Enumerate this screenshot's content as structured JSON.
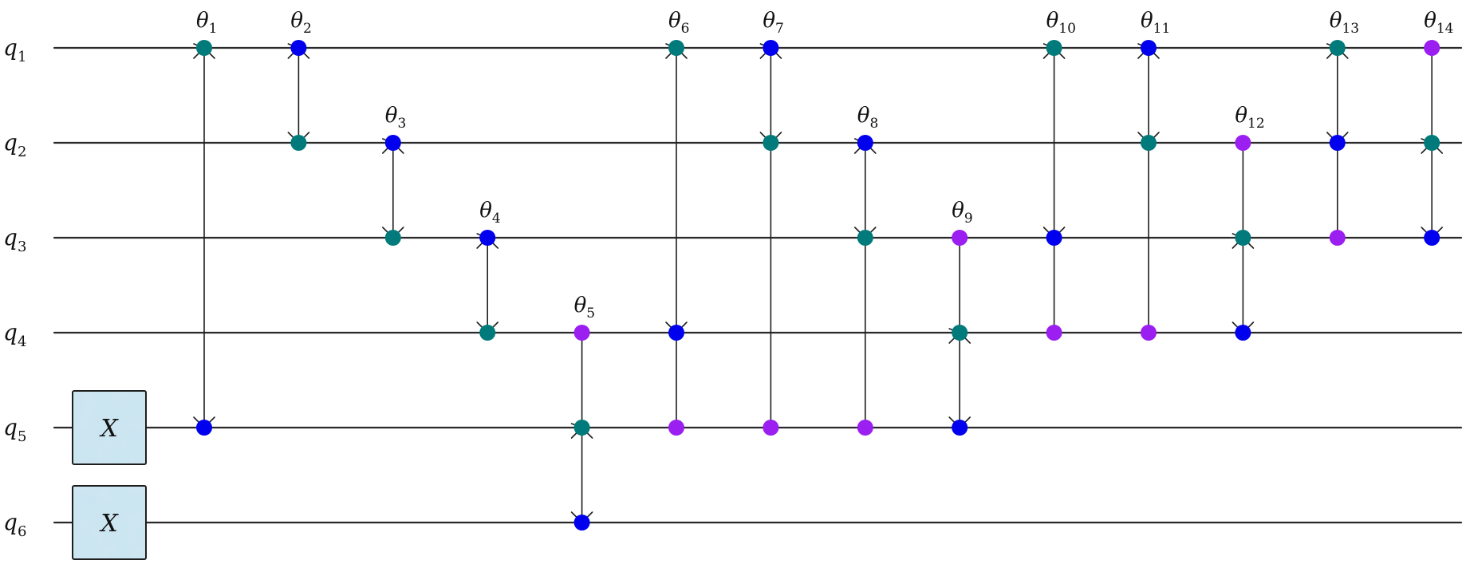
{
  "colors": {
    "teal": "#007a7a",
    "blue": "#0000ee",
    "purple": "#9a1ff0",
    "wire": "#2a2a2a",
    "gate_fill": "#cfe6f1"
  },
  "qubits": [
    {
      "letter": "q",
      "index": "1"
    },
    {
      "letter": "q",
      "index": "2"
    },
    {
      "letter": "q",
      "index": "3"
    },
    {
      "letter": "q",
      "index": "4"
    },
    {
      "letter": "q",
      "index": "5"
    },
    {
      "letter": "q",
      "index": "6"
    }
  ],
  "initial_gates": [
    {
      "qubit": 5,
      "label": "X"
    },
    {
      "qubit": 6,
      "label": "X"
    }
  ],
  "gates": [
    {
      "param": "θ",
      "index": "1",
      "nodes": [
        {
          "q": 1,
          "color": "teal"
        },
        {
          "q": 5,
          "color": "blue"
        }
      ],
      "x_marks": [
        1,
        5
      ]
    },
    {
      "param": "θ",
      "index": "2",
      "nodes": [
        {
          "q": 1,
          "color": "blue"
        },
        {
          "q": 2,
          "color": "teal"
        }
      ],
      "x_marks": [
        1,
        2
      ]
    },
    {
      "param": "θ",
      "index": "3",
      "nodes": [
        {
          "q": 2,
          "color": "blue"
        },
        {
          "q": 3,
          "color": "teal"
        }
      ],
      "x_marks": [
        2,
        3
      ]
    },
    {
      "param": "θ",
      "index": "4",
      "nodes": [
        {
          "q": 3,
          "color": "blue"
        },
        {
          "q": 4,
          "color": "teal"
        }
      ],
      "x_marks": [
        3,
        4
      ]
    },
    {
      "param": "θ",
      "index": "5",
      "nodes": [
        {
          "q": 4,
          "color": "purple"
        },
        {
          "q": 5,
          "color": "teal"
        },
        {
          "q": 6,
          "color": "blue"
        }
      ],
      "x_marks": [
        5,
        6
      ]
    },
    {
      "param": "θ",
      "index": "6",
      "nodes": [
        {
          "q": 1,
          "color": "teal"
        },
        {
          "q": 4,
          "color": "blue"
        },
        {
          "q": 5,
          "color": "purple"
        }
      ],
      "x_marks": [
        1,
        4
      ]
    },
    {
      "param": "θ",
      "index": "7",
      "nodes": [
        {
          "q": 1,
          "color": "blue"
        },
        {
          "q": 2,
          "color": "teal"
        },
        {
          "q": 5,
          "color": "purple"
        }
      ],
      "x_marks": [
        1,
        2
      ]
    },
    {
      "param": "θ",
      "index": "8",
      "nodes": [
        {
          "q": 2,
          "color": "blue"
        },
        {
          "q": 3,
          "color": "teal"
        },
        {
          "q": 5,
          "color": "purple"
        }
      ],
      "x_marks": [
        2,
        3
      ]
    },
    {
      "param": "θ",
      "index": "9",
      "nodes": [
        {
          "q": 3,
          "color": "purple"
        },
        {
          "q": 4,
          "color": "teal"
        },
        {
          "q": 5,
          "color": "blue"
        }
      ],
      "x_marks": [
        4,
        5
      ]
    },
    {
      "param": "θ",
      "index": "10",
      "nodes": [
        {
          "q": 1,
          "color": "teal"
        },
        {
          "q": 3,
          "color": "blue"
        },
        {
          "q": 4,
          "color": "purple"
        }
      ],
      "x_marks": [
        1,
        3
      ]
    },
    {
      "param": "θ",
      "index": "11",
      "nodes": [
        {
          "q": 1,
          "color": "blue"
        },
        {
          "q": 2,
          "color": "teal"
        },
        {
          "q": 4,
          "color": "purple"
        }
      ],
      "x_marks": [
        1,
        2
      ]
    },
    {
      "param": "θ",
      "index": "12",
      "nodes": [
        {
          "q": 2,
          "color": "purple"
        },
        {
          "q": 3,
          "color": "teal"
        },
        {
          "q": 4,
          "color": "blue"
        }
      ],
      "x_marks": [
        3,
        4
      ]
    },
    {
      "param": "θ",
      "index": "13",
      "nodes": [
        {
          "q": 1,
          "color": "teal"
        },
        {
          "q": 2,
          "color": "blue"
        },
        {
          "q": 3,
          "color": "purple"
        }
      ],
      "x_marks": [
        1,
        2
      ]
    },
    {
      "param": "θ",
      "index": "14",
      "nodes": [
        {
          "q": 1,
          "color": "purple"
        },
        {
          "q": 2,
          "color": "teal"
        },
        {
          "q": 3,
          "color": "blue"
        }
      ],
      "x_marks": [
        2,
        3
      ]
    }
  ]
}
